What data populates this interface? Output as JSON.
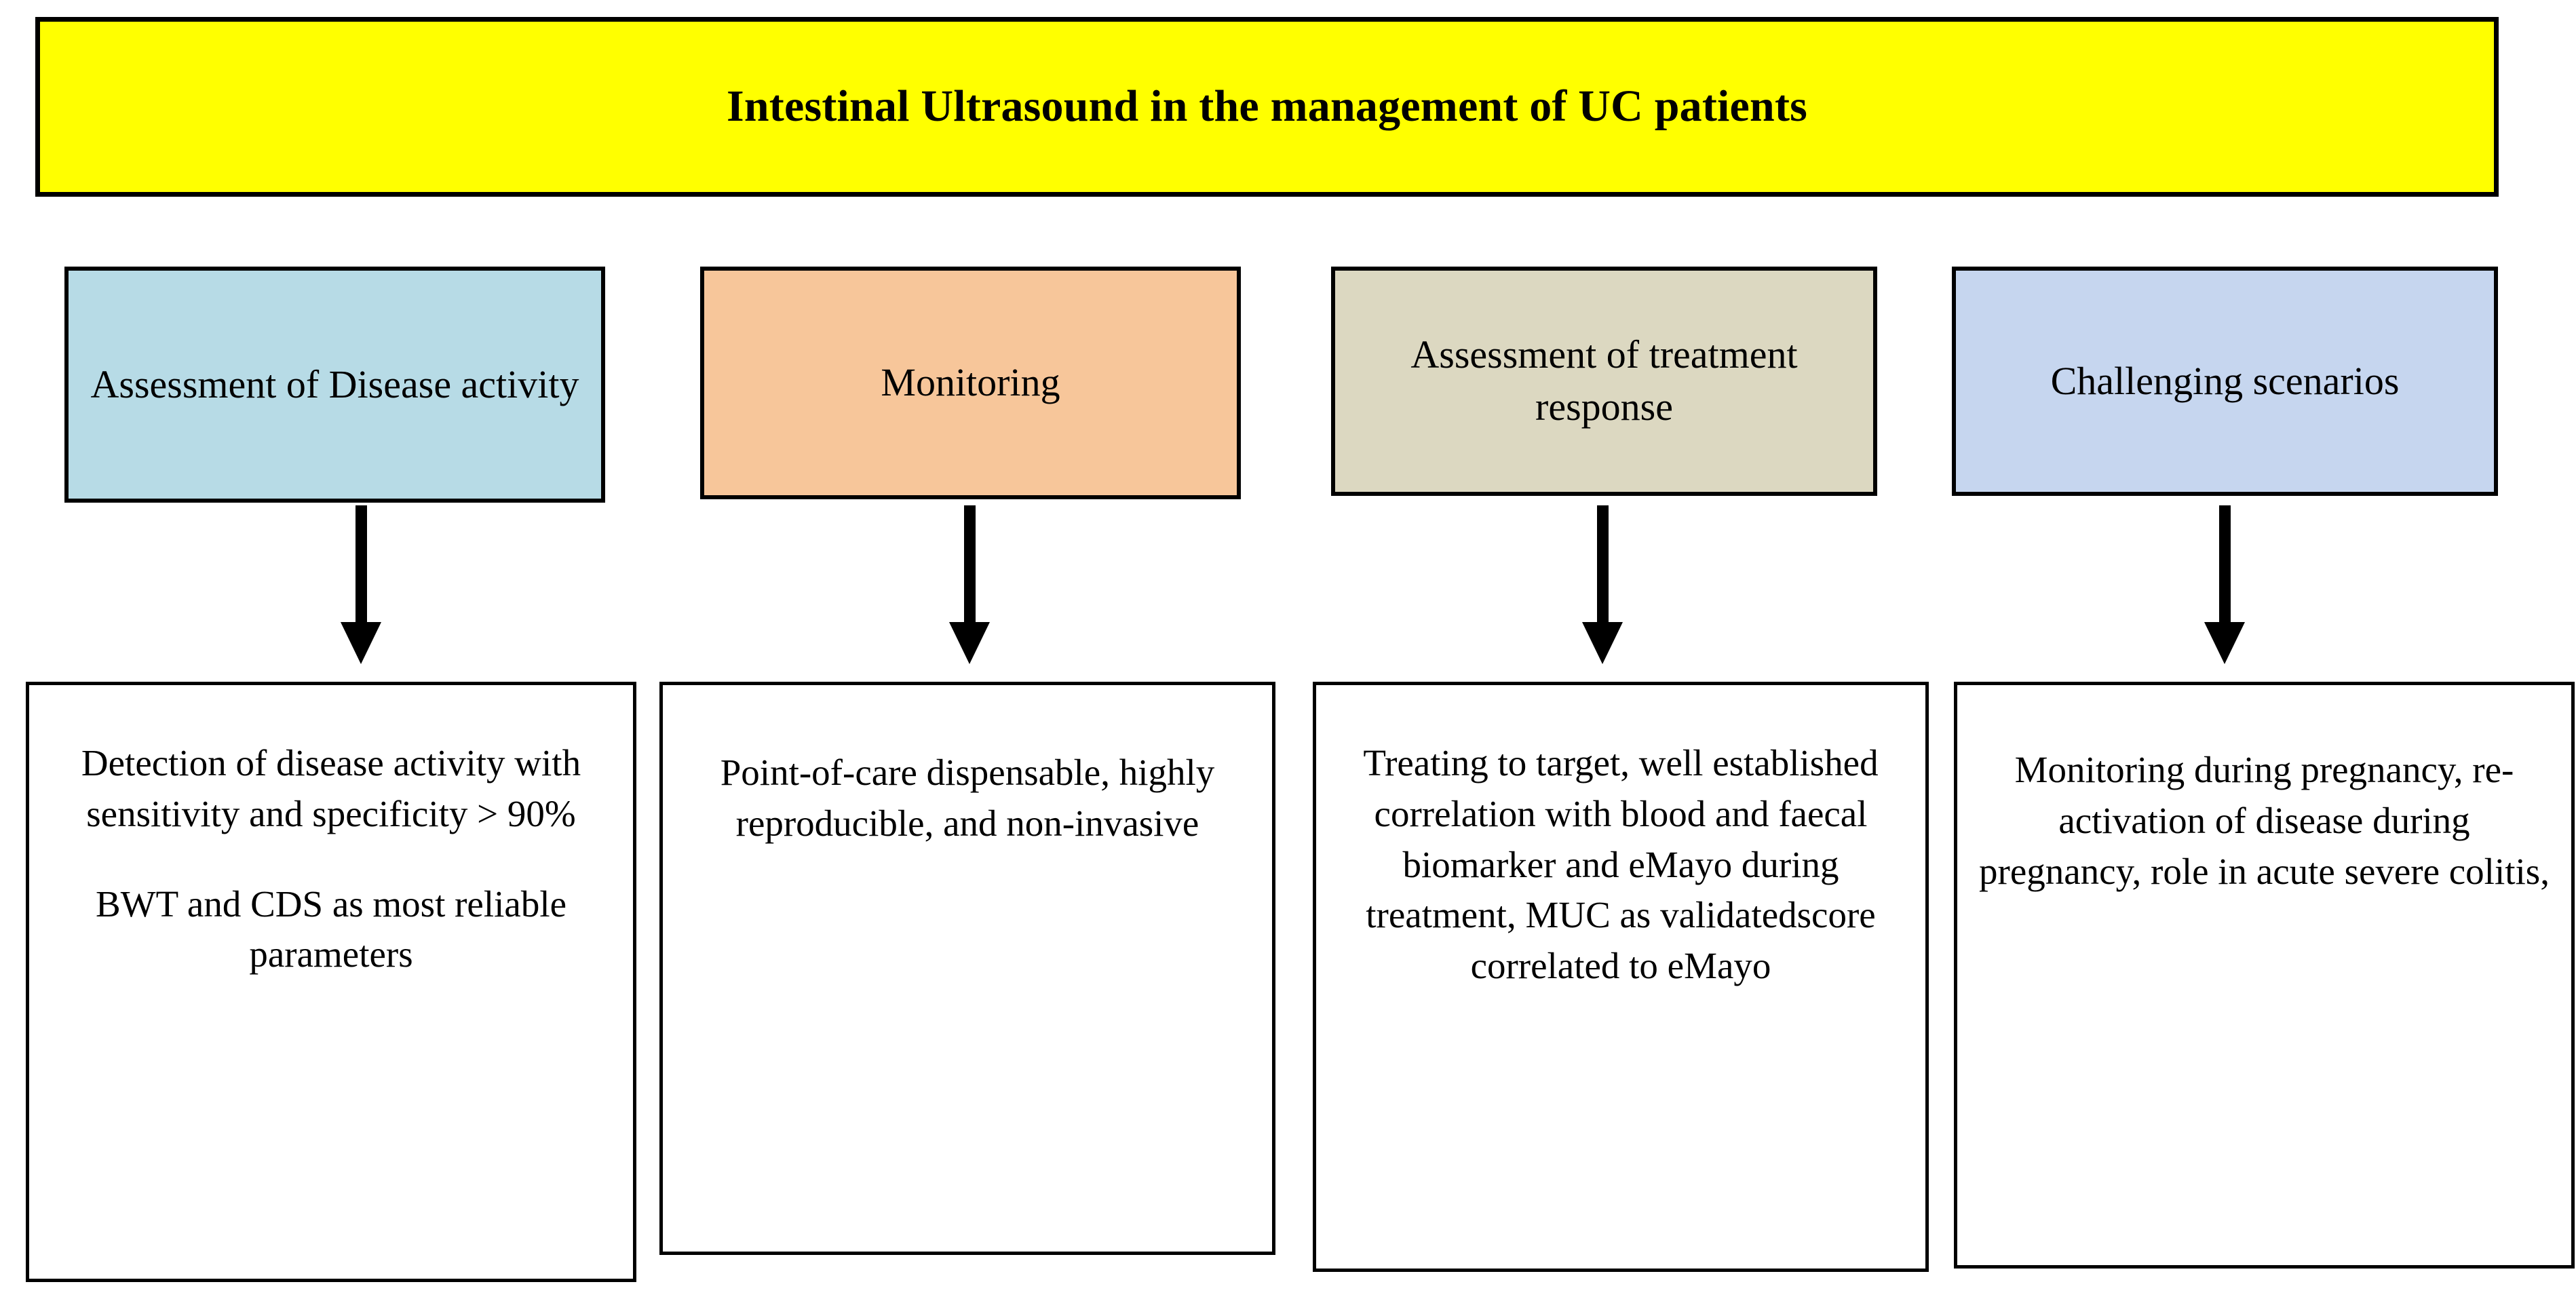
{
  "banner": {
    "title": "Intestinal Ultrasound in the management of UC patients",
    "background_color": "#ffff00",
    "border_color": "#000000"
  },
  "categories": [
    {
      "id": "assessment-of-disease-activity",
      "label": "Assessment of Disease activity",
      "color": "#b7dbe6"
    },
    {
      "id": "monitoring",
      "label": "Monitoring",
      "color": "#f7c69a"
    },
    {
      "id": "assessment-of-treatment-response",
      "label": "Assessment of treatment response",
      "color": "#dcd8c1"
    },
    {
      "id": "challenging-scenarios",
      "label": "Challenging scenarios",
      "color": "#c6d6ef"
    }
  ],
  "connectors": [
    {
      "icon": "down-arrow-icon",
      "from": "assessment-of-disease-activity",
      "to": "detail-1"
    },
    {
      "icon": "down-arrow-icon",
      "from": "monitoring",
      "to": "detail-2"
    },
    {
      "icon": "down-arrow-icon",
      "from": "assessment-of-treatment-response",
      "to": "detail-3"
    },
    {
      "icon": "down-arrow-icon",
      "from": "challenging-scenarios",
      "to": "detail-4"
    }
  ],
  "details": [
    {
      "id": "detail-1",
      "paragraph_1": "Detection of disease activity with sensitivity and specificity > 90%",
      "paragraph_2": "BWT and CDS as most reliable parameters"
    },
    {
      "id": "detail-2",
      "paragraph_1": "Point-of-care dispensable, highly reproducible, and non-invasive",
      "paragraph_2": ""
    },
    {
      "id": "detail-3",
      "paragraph_1": "Treating to target, well established correlation with blood and faecal biomarker and eMayo during treatment, MUC as validatedscore correlated to eMayo",
      "paragraph_2": ""
    },
    {
      "id": "detail-4",
      "paragraph_1": "Monitoring during pregnancy, re-activation of disease during pregnancy, role in acute severe colitis,",
      "paragraph_2": ""
    }
  ]
}
